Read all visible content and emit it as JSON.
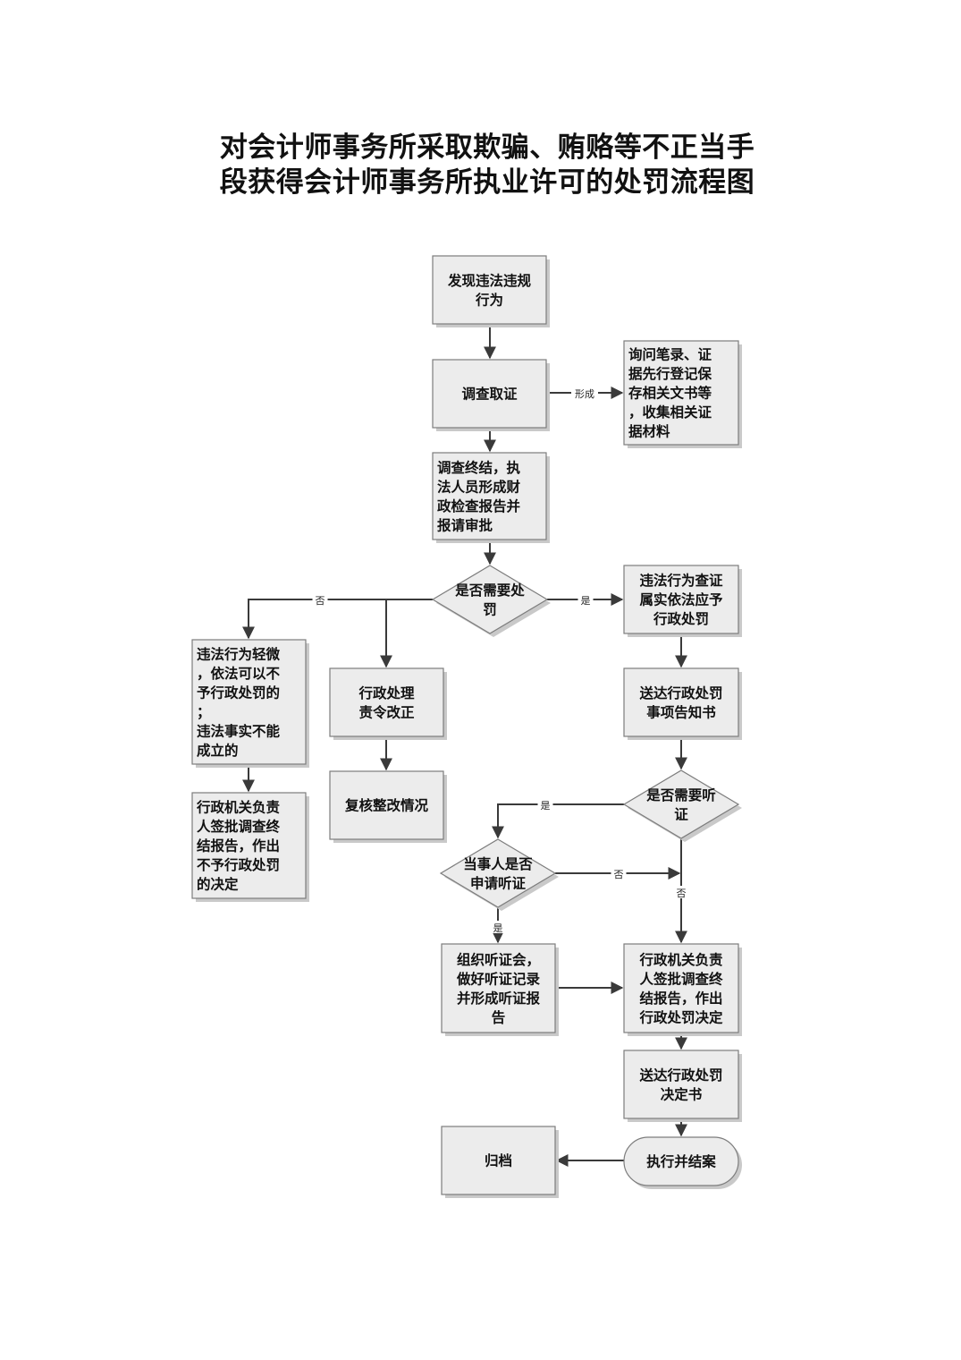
{
  "title": {
    "line1": "对会计师事务所采取欺骗、贿赂等不正当手",
    "line2": "段获得会计师事务所执业许可的处罚流程图"
  },
  "nodes": {
    "discover": {
      "lines": [
        "发现违法违规",
        "行为"
      ]
    },
    "investigate": {
      "lines": [
        "调查取证"
      ]
    },
    "records": {
      "lines": [
        "询问笔录、证",
        "据先行登记保",
        "存相关文书等",
        "，收集相关证",
        "据材料"
      ]
    },
    "report": {
      "lines": [
        "调查终结，执",
        "法人员形成财",
        "政检查报告并",
        "报请审批"
      ]
    },
    "need_penalty": {
      "lines": [
        "是否需要处",
        "罚"
      ]
    },
    "confirmed": {
      "lines": [
        "违法行为查证",
        "属实依法应予",
        "行政处罚"
      ]
    },
    "minor": {
      "lines": [
        "违法行为轻微",
        "，依法可以不",
        "予行政处罚的",
        "；",
        "违法事实不能",
        "成立的"
      ]
    },
    "correct": {
      "lines": [
        "行政处理",
        "责令改正"
      ]
    },
    "notify": {
      "lines": [
        "送达行政处罚",
        "事项告知书"
      ]
    },
    "no_penalty_decision": {
      "lines": [
        "行政机关负责",
        "人签批调查终",
        "结报告，作出",
        "不予行政处罚",
        "的决定"
      ]
    },
    "review": {
      "lines": [
        "复核整改情况"
      ]
    },
    "need_hearing": {
      "lines": [
        "是否需要听",
        "证"
      ]
    },
    "party_request": {
      "lines": [
        "当事人是否",
        "申请听证"
      ]
    },
    "hearing": {
      "lines": [
        "组织听证会，",
        "做好听证记录",
        "并形成听证报",
        "告"
      ]
    },
    "penalty_decision": {
      "lines": [
        "行政机关负责",
        "人签批调查终",
        "结报告，作出",
        "行政处罚决定"
      ]
    },
    "deliver": {
      "lines": [
        "送达行政处罚",
        "决定书"
      ]
    },
    "execute": {
      "lines": [
        "执行并结案"
      ]
    },
    "archive": {
      "lines": [
        "归档"
      ]
    }
  },
  "edge_labels": {
    "form": "形成",
    "yes": "是",
    "no": "否"
  }
}
